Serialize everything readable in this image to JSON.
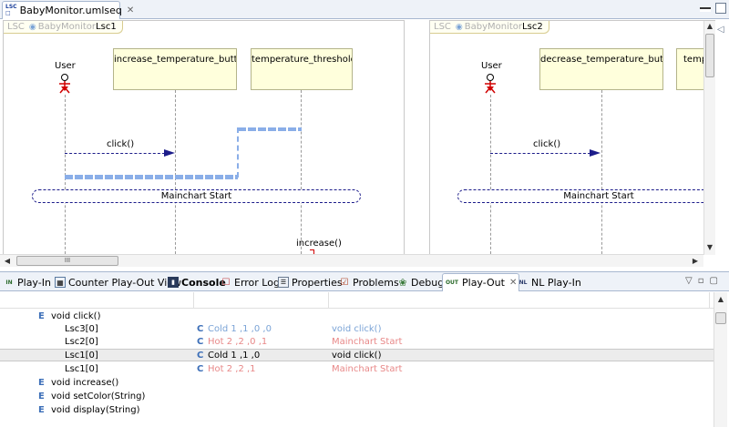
{
  "editor": {
    "tab_label": "BabyMonitor.umlseq",
    "file_icon_text": "LSC"
  },
  "diagram": {
    "lsc1": {
      "tag_prefix": "LSC",
      "tag_system": "BabyMonitor",
      "tag_id": "Lsc1",
      "actor": "User",
      "lifelines": [
        "increase_temperature_button",
        "temperature_threshold"
      ],
      "message": "click()",
      "mainchart": "Mainchart Start",
      "second_message": "increase()"
    },
    "lsc2": {
      "tag_prefix": "LSC",
      "tag_system": "BabyMonitor",
      "tag_id": "Lsc2",
      "actor": "User",
      "lifelines": [
        "decrease_temperature_butt...",
        "temp"
      ],
      "message": "click()",
      "mainchart": "Mainchart Start"
    },
    "hscroll_grip": "III"
  },
  "views": {
    "tabs": [
      {
        "label": "Play-In",
        "icon": "play-in-icon"
      },
      {
        "label": "Counter Play-Out View",
        "icon": "counter-playout-icon"
      },
      {
        "label": "Console",
        "icon": "console-icon"
      },
      {
        "label": "Error Log",
        "icon": "error-log-icon"
      },
      {
        "label": "Properties",
        "icon": "properties-icon"
      },
      {
        "label": "Problems",
        "icon": "problems-icon"
      },
      {
        "label": "Debug",
        "icon": "debug-icon"
      },
      {
        "label": "Play-Out",
        "icon": "play-out-icon"
      },
      {
        "label": "NL Play-In",
        "icon": "nl-play-in-icon"
      }
    ],
    "active_tab": "Play-Out"
  },
  "playout": {
    "rows": [
      {
        "kind": "event",
        "name": "void click()"
      },
      {
        "kind": "lsc",
        "name": "Lsc3[0]",
        "state": "Cold 1 ,1 ,0 ,0",
        "event": "void click()",
        "tone": "pale-blue"
      },
      {
        "kind": "lsc",
        "name": "Lsc2[0]",
        "state": "Hot  2 ,2 ,0 ,1",
        "event": "Mainchart Start",
        "tone": "pale-red"
      },
      {
        "kind": "lsc",
        "name": "Lsc1[0]",
        "state": "Cold 1 ,1 ,0",
        "event": "void click()",
        "tone": "normal",
        "selected": true
      },
      {
        "kind": "lsc",
        "name": "Lsc1[0]",
        "state": "Hot  2 ,2 ,1",
        "event": "Mainchart Start",
        "tone": "pale-red"
      },
      {
        "kind": "event",
        "name": "void increase()"
      },
      {
        "kind": "event",
        "name": "void setColor(String)"
      },
      {
        "kind": "event",
        "name": "void display(String)"
      }
    ]
  },
  "colors": {
    "lifeline_fill": "#ffffdc",
    "cut_line": "#8aaee8",
    "message": "#1c1c8a",
    "pale_blue": "#7aa3d6",
    "pale_red": "#e88888"
  }
}
